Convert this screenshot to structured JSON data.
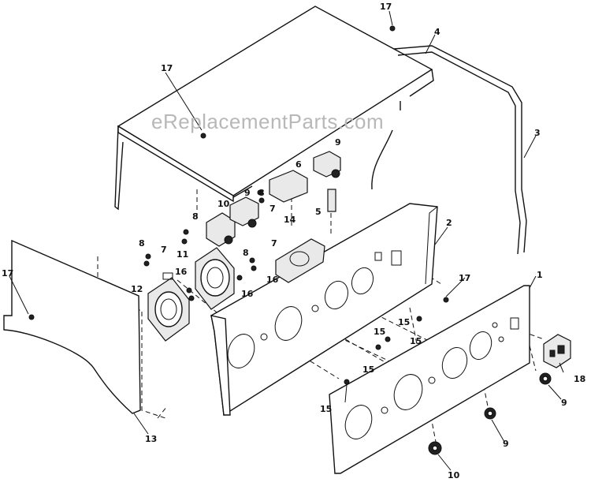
{
  "watermark": "eReplacementParts.com",
  "callouts": [
    {
      "id": "c17a",
      "text": "17"
    },
    {
      "id": "c4",
      "text": "4"
    },
    {
      "id": "c17b",
      "text": "17"
    },
    {
      "id": "c3",
      "text": "3"
    },
    {
      "id": "c10a",
      "text": "10"
    },
    {
      "id": "c9a",
      "text": "9"
    },
    {
      "id": "c6",
      "text": "6"
    },
    {
      "id": "c9b",
      "text": "9"
    },
    {
      "id": "c8a",
      "text": "8"
    },
    {
      "id": "c7a",
      "text": "7"
    },
    {
      "id": "c5",
      "text": "5"
    },
    {
      "id": "c8b",
      "text": "8"
    },
    {
      "id": "c2",
      "text": "2"
    },
    {
      "id": "c14",
      "text": "14"
    },
    {
      "id": "c8c",
      "text": "8"
    },
    {
      "id": "c7b",
      "text": "7"
    },
    {
      "id": "c11",
      "text": "11"
    },
    {
      "id": "c7c",
      "text": "7"
    },
    {
      "id": "c8d",
      "text": "8"
    },
    {
      "id": "c17c",
      "text": "17"
    },
    {
      "id": "c17d",
      "text": "17"
    },
    {
      "id": "c16a",
      "text": "16"
    },
    {
      "id": "c12",
      "text": "12"
    },
    {
      "id": "c16b",
      "text": "16"
    },
    {
      "id": "c16c",
      "text": "16"
    },
    {
      "id": "c1",
      "text": "1"
    },
    {
      "id": "c15a",
      "text": "15"
    },
    {
      "id": "c15b",
      "text": "15"
    },
    {
      "id": "c15c",
      "text": "15"
    },
    {
      "id": "c15d",
      "text": "15"
    },
    {
      "id": "c18",
      "text": "18"
    },
    {
      "id": "c9c",
      "text": "9"
    },
    {
      "id": "c13",
      "text": "13"
    },
    {
      "id": "c15e",
      "text": "15"
    },
    {
      "id": "c9d",
      "text": "9"
    },
    {
      "id": "c10b",
      "text": "10"
    }
  ]
}
